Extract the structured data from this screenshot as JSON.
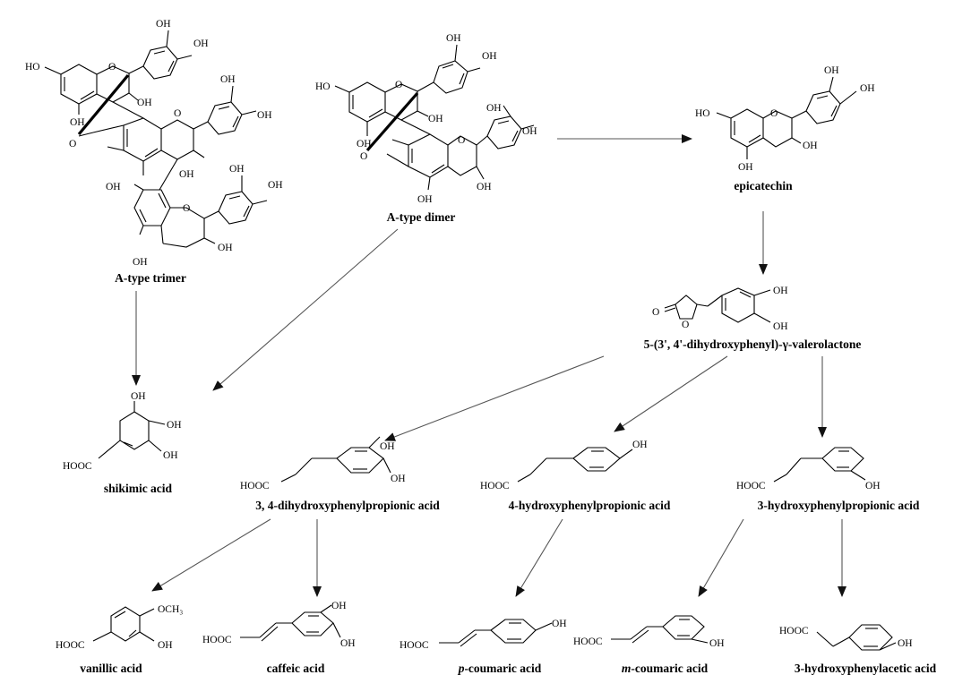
{
  "compounds": {
    "a_type_trimer": "A-type trimer",
    "a_type_dimer": "A-type dimer",
    "epicatechin": "epicatechin",
    "valerolactone": "5-(3', 4'-dihydroxyphenyl)-γ-valerolactone",
    "shikimic_acid": "shikimic acid",
    "dhppa": "3, 4-dihydroxyphenylpropionic acid",
    "hppa4": "4-hydroxyphenylpropionic acid",
    "hppa3": "3-hydroxyphenylpropionic acid",
    "vanillic_acid": "vanillic acid",
    "caffeic_acid": "caffeic acid",
    "p_coumaric_prefix": "p",
    "p_coumaric_suffix": "-coumaric acid",
    "m_coumaric_prefix": "m",
    "m_coumaric_suffix": "-coumaric acid",
    "hpaa3": "3-hydroxyphenylacetic acid"
  },
  "atoms": {
    "oh": "OH",
    "ho": "HO",
    "o": "O",
    "hooc": "HOOC",
    "och3": "OCH₃"
  }
}
